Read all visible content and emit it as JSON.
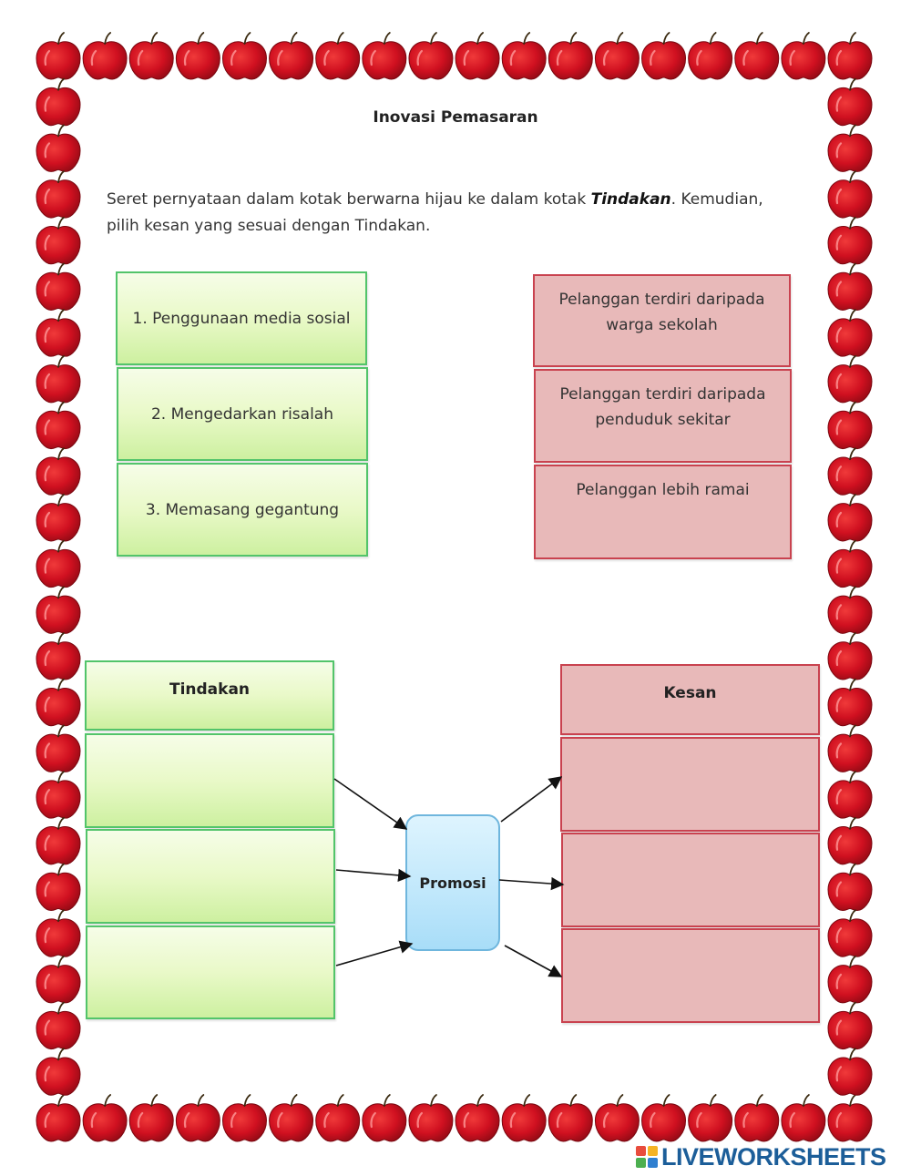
{
  "title": "Inovasi Pemasaran",
  "instruction": {
    "part1": "Seret pernyataan dalam kotak berwarna hijau ke dalam kotak ",
    "emphasis": "Tindakan",
    "part2": ". Kemudian, pilih kesan yang sesuai dengan Tindakan."
  },
  "actions": [
    "1. Penggunaan media sosial",
    "2. Mengedarkan risalah",
    "3. Memasang gegantung"
  ],
  "effects": [
    "Pelanggan terdiri daripada warga sekolah",
    "Pelanggan terdiri daripada penduduk sekitar",
    "Pelanggan lebih ramai"
  ],
  "tindakan_header": "Tindakan",
  "kesan_header": "Kesan",
  "center_label": "Promosi",
  "logo": "LIVEWORKSHEETS",
  "colors": {
    "apple": "#c8102e",
    "green_border": "#52c46a",
    "red_border": "#c9424f",
    "red_fill": "#e8b9b9",
    "blue_border": "#6fb6dd",
    "logo": "#1c5e99"
  },
  "icons": [
    "apple-icon",
    "arrow-icon",
    "liveworksheets-logo-icon"
  ]
}
